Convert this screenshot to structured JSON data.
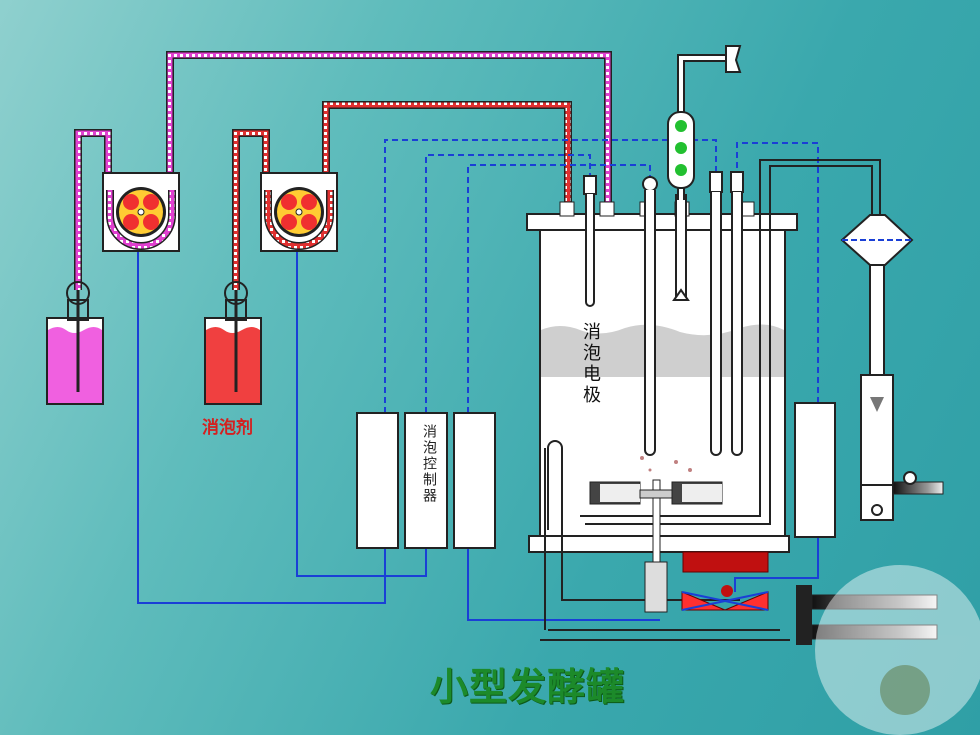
{
  "title": "小型发酵罐",
  "antifoam_agent_label": "消泡剂",
  "antifoam_controller_label": "消泡控制器",
  "antifoam_electrode_label": "消泡电极",
  "colors": {
    "background": "#4fb3b5",
    "title_text": "#1c8a2a",
    "agent_text": "#d42020",
    "magenta_liquid": "#f060e0",
    "red_liquid": "#f04040",
    "signal_line": "#1a3fd6",
    "pump_rotor": "#f03030"
  }
}
